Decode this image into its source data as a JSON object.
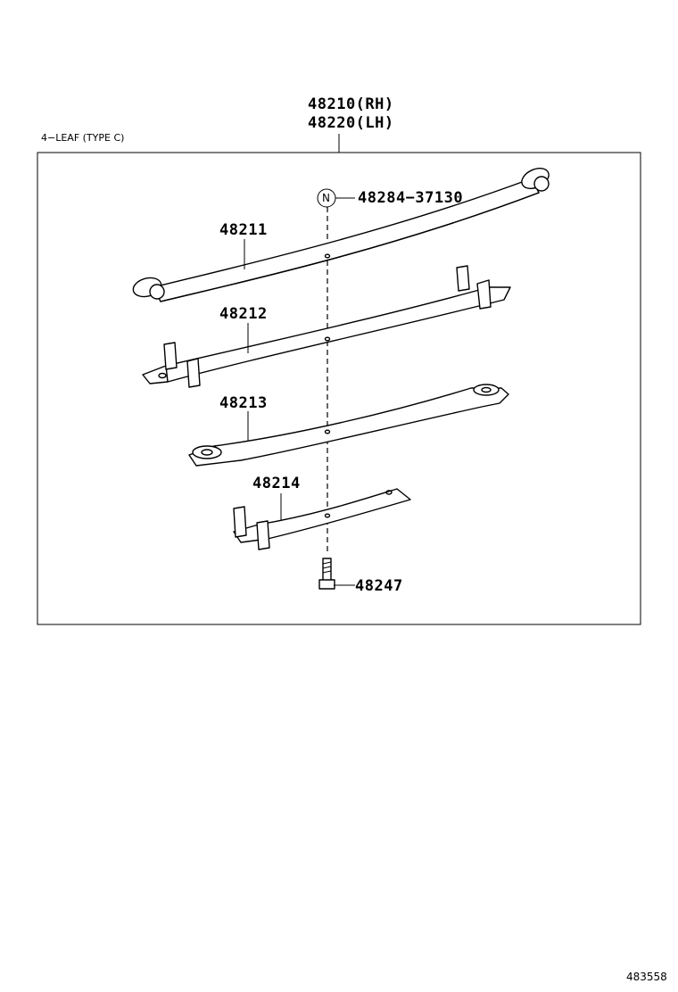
{
  "diagram": {
    "assembly": {
      "part_rh": "48210(RH)",
      "part_lh": "48220(LH)"
    },
    "frame_caption": "4−LEAF (TYPE C)",
    "parts": [
      {
        "number": "48211"
      },
      {
        "number": "48212"
      },
      {
        "number": "48213"
      },
      {
        "number": "48214"
      },
      {
        "number": "48247"
      }
    ],
    "note_symbol": "N",
    "note_part": "48284−37130",
    "figure_id": "483558"
  }
}
